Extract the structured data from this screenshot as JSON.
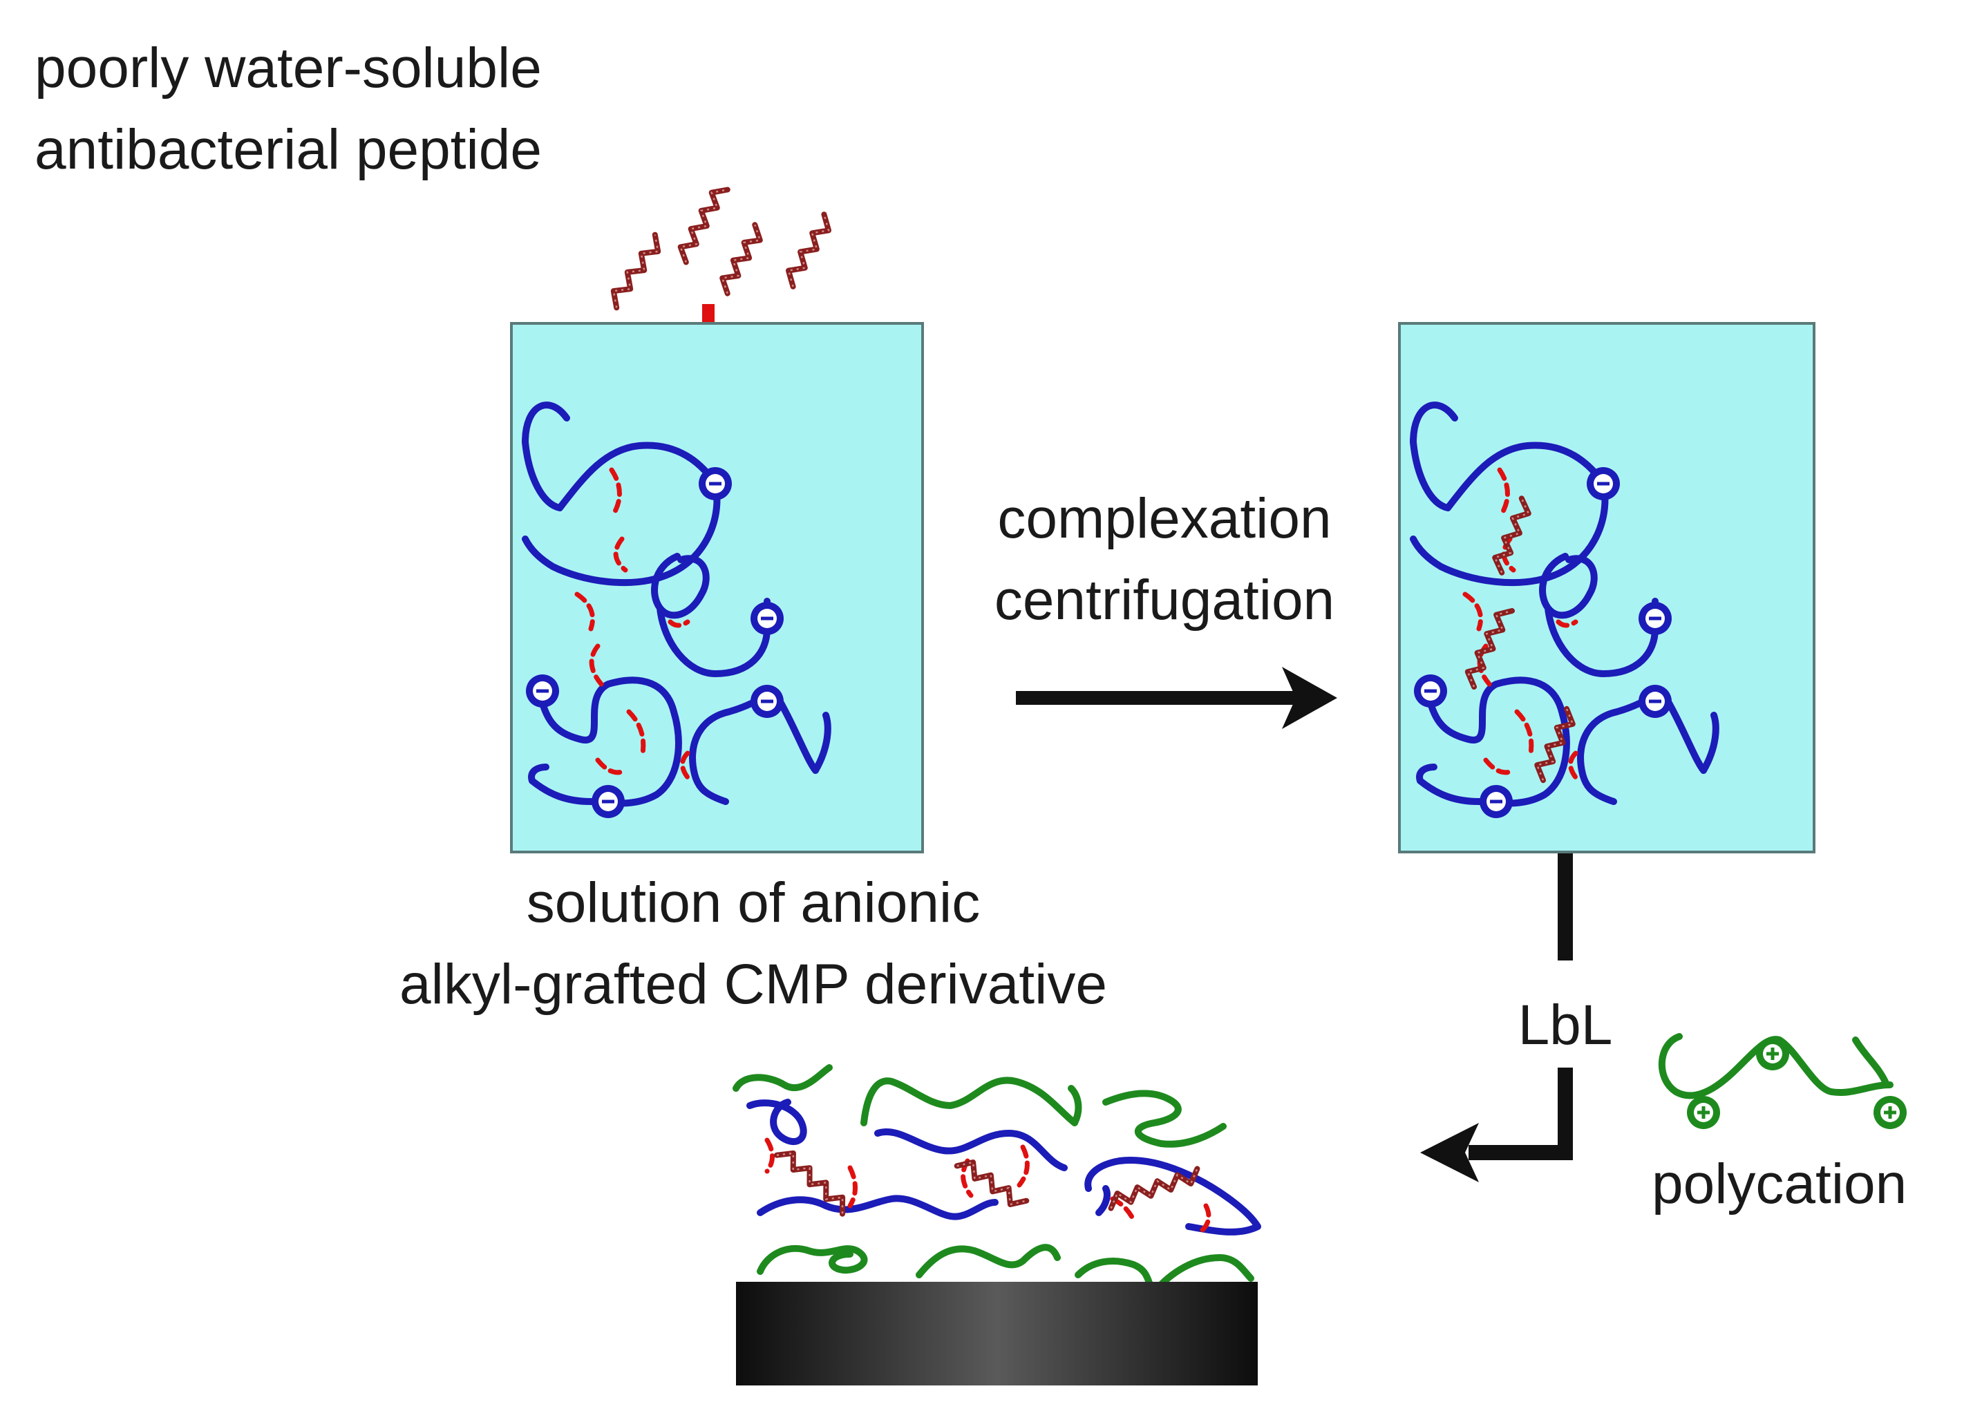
{
  "labels": {
    "peptide": [
      "poorly water-soluble",
      "antibacterial peptide"
    ],
    "process": [
      "complexation",
      "centrifugation"
    ],
    "solution": [
      "solution of anionic",
      "alkyl-grafted CMP derivative"
    ],
    "lbl": "LbL",
    "polycation": "polycation"
  },
  "symbols": {
    "anionic_charge": "minus-sign",
    "cationic_charge": "plus-sign"
  },
  "colors": {
    "solution_fill": "#aaf3f3",
    "polyanion_chain": "#1c1cb8",
    "alkyl_graft": "#e01010",
    "peptide": "#8a1f1f",
    "polycation_chain": "#1e8a1e",
    "addition_arrow": "#e01010",
    "process_arrow": "#111111",
    "substrate": "#2a2a2a"
  }
}
